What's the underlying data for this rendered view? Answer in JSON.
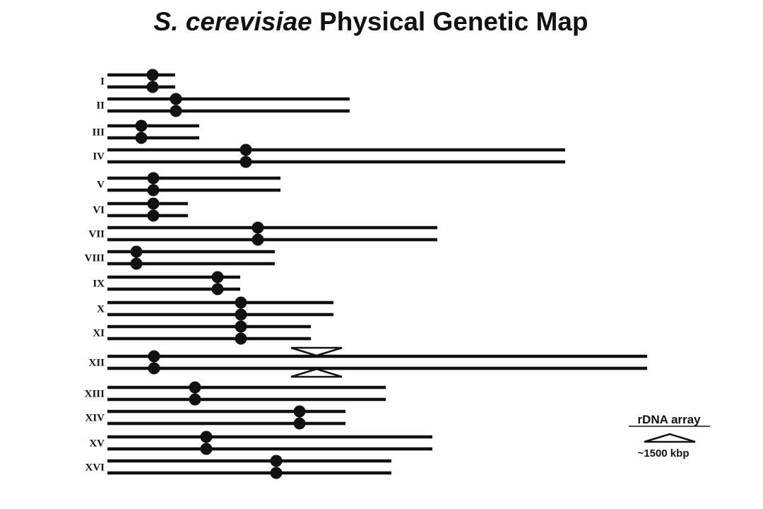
{
  "title": {
    "species": "S. cerevisiae",
    "rest": " Physical Genetic Map"
  },
  "colors": {
    "ink": "#111111",
    "background": "#ffffff"
  },
  "chromosomes": [
    {
      "label": "I"
    },
    {
      "label": "II"
    },
    {
      "label": "III"
    },
    {
      "label": "IV"
    },
    {
      "label": "V"
    },
    {
      "label": "VI"
    },
    {
      "label": "VII"
    },
    {
      "label": "VIII"
    },
    {
      "label": "IX"
    },
    {
      "label": "X"
    },
    {
      "label": "XI"
    },
    {
      "label": "XII",
      "rdna": true
    },
    {
      "label": "XIII"
    },
    {
      "label": "XIV"
    },
    {
      "label": "XV"
    },
    {
      "label": "XVI"
    }
  ],
  "legend": {
    "title": "rDNA array",
    "size": "~1500 kbp"
  }
}
